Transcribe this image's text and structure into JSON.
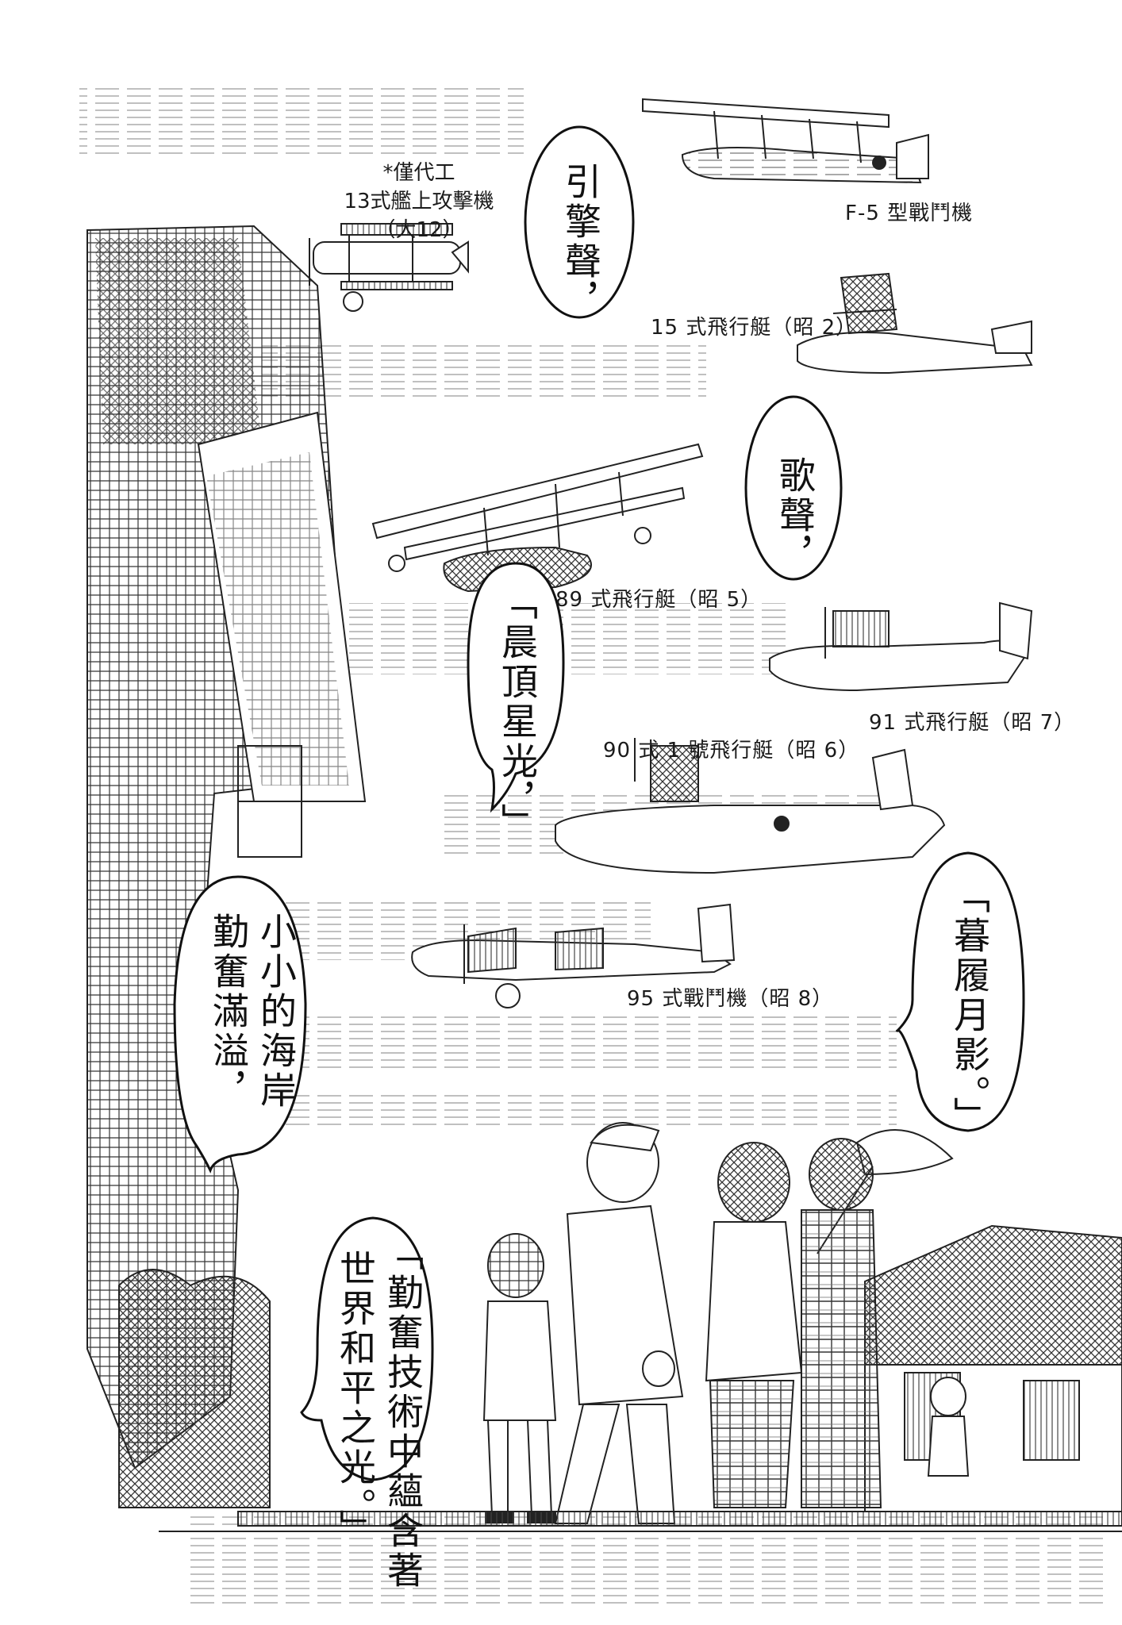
{
  "speech": {
    "engine_sound": "引擎聲，",
    "singing": "歌聲，",
    "morning_star": "「晨頂星光，」",
    "evening_moon": "「暮履月影。」",
    "coast_line1": "小小的海岸",
    "coast_line2": "勤奮滿溢，",
    "peace_line1": "「勤奮技術中蘊含著",
    "peace_line2": "世界和平之光。」"
  },
  "captions": {
    "type13_line1": "*僅代工",
    "type13_line2": "13式艦上攻擊機",
    "type13_line3": "（大12）",
    "f5": "F-5 型戰鬥機",
    "type15": "15 式飛行艇（昭 2）",
    "type89": "89 式飛行艇（昭 5）",
    "type91": "91 式飛行艇（昭 7）",
    "type90": "90 式 1 號飛行艇（昭 6）",
    "type95": "95 式戰鬥機（昭 8）"
  },
  "colors": {
    "ink": "#1a1a1a",
    "paper": "#ffffff",
    "wall_hatch": "#3a3a3a"
  }
}
